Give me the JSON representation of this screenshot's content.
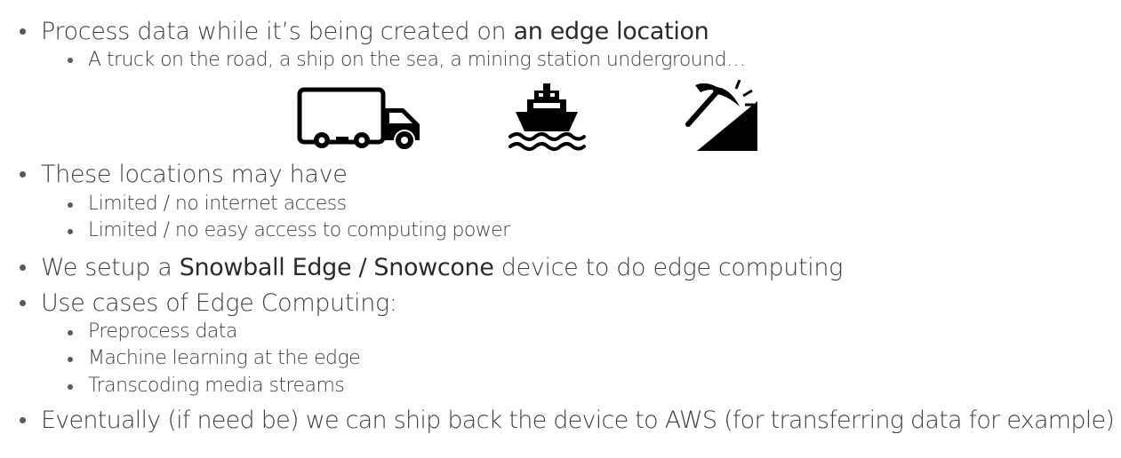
{
  "bullets": [
    {
      "main_pre": "Process data while it’s being created on ",
      "main_em": "an edge location",
      "sub": [
        "A truck on the road, a ship on the sea, a mining station underground…"
      ]
    },
    {
      "main": "These locations may have",
      "sub": [
        "Limited / no internet access",
        "Limited / no easy access to computing power"
      ]
    },
    {
      "main_pre": "We setup a ",
      "main_em": "Snowball Edge / Snowcone",
      "main_post": " device to do edge computing"
    },
    {
      "main": "Use cases of Edge Computing:",
      "sub": [
        "Preprocess data",
        "Machine learning at the edge",
        "Transcoding media streams"
      ]
    },
    {
      "main": "Eventually (if need be) we can ship back the device to AWS (for transferring data for example)"
    }
  ],
  "icons": [
    "truck-icon",
    "ship-icon",
    "mining-pickaxe-icon"
  ]
}
